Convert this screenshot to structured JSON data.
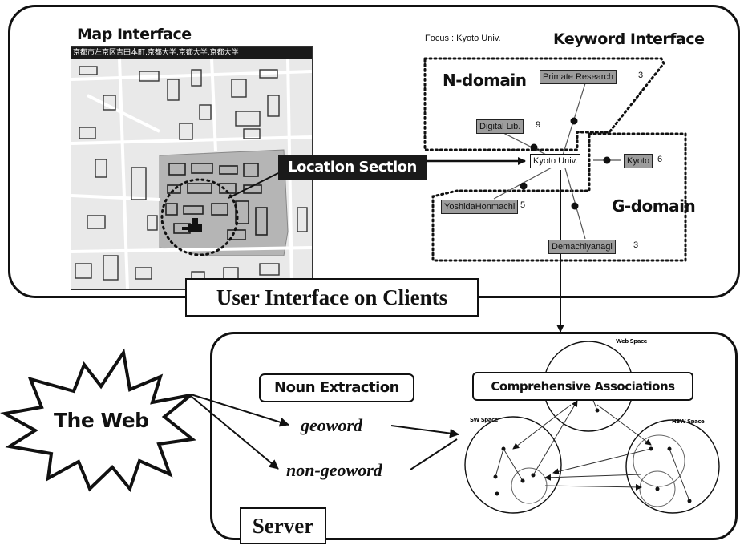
{
  "client": {
    "label": "User Interface on Clients",
    "map": {
      "title": "Map Interface",
      "address": "京都市左京区吉田本町,京都大学,京都大学,京都大学",
      "location_section": "Location Section"
    },
    "keyword": {
      "title": "Keyword Interface",
      "focus": "Focus : Kyoto Univ.",
      "n_domain": "N-domain",
      "g_domain": "G-domain",
      "center": "Kyoto Univ.",
      "nodes": [
        {
          "label": "Primate Research",
          "count": "3"
        },
        {
          "label": "Digital Lib.",
          "count": "9"
        },
        {
          "label": "Kyoto",
          "count": "6"
        },
        {
          "label": "YoshidaHonmachi",
          "count": "5"
        },
        {
          "label": "Demachiyanagi",
          "count": "3"
        }
      ]
    }
  },
  "server": {
    "label": "Server",
    "noun_extraction": "Noun Extraction",
    "geoword": "geoword",
    "non_geoword": "non-geoword",
    "comprehensive": "Comprehensive Associations",
    "spaces": [
      "Web Space",
      "SW Space",
      "HSW Space"
    ]
  },
  "web": {
    "label": "The Web"
  },
  "colors": {
    "ink": "#111111",
    "map_highlight": "#b5b5b5",
    "keyword_fill": "#9c9c9c"
  }
}
